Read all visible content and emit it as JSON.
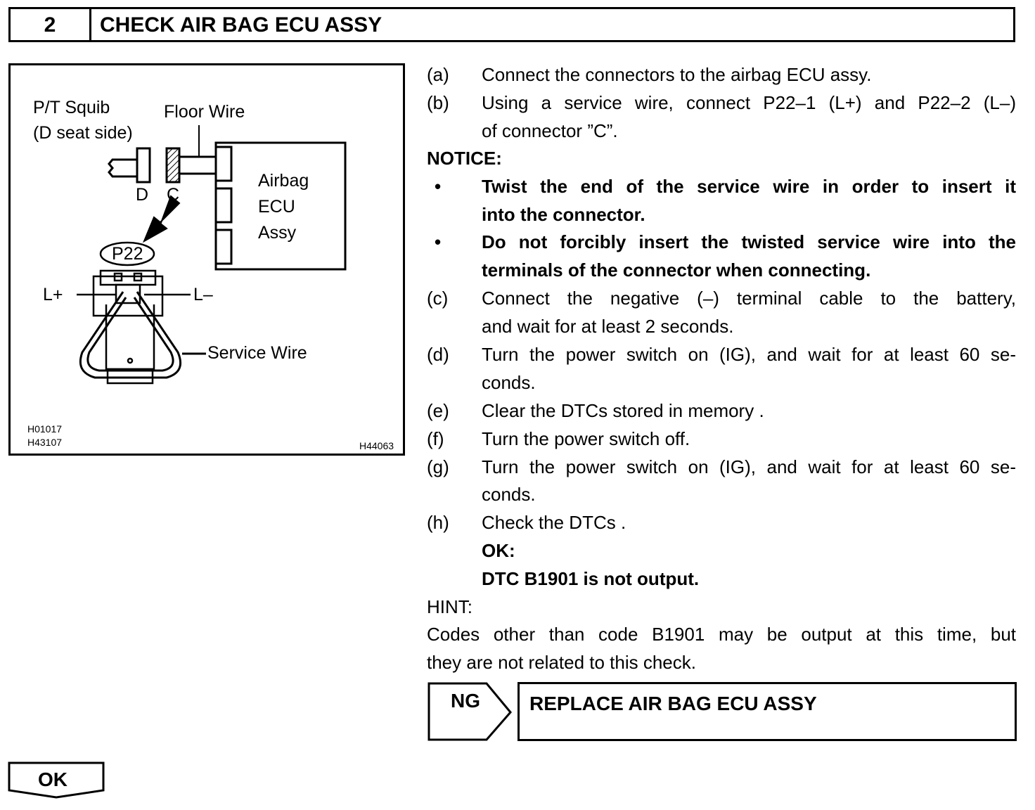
{
  "header": {
    "step_number": "2",
    "title": "CHECK AIR BAG ECU ASSY"
  },
  "figure": {
    "labels": {
      "squib_line1": "P/T Squib",
      "squib_line2": "(D seat side)",
      "floor_wire": "Floor Wire",
      "connector_d": "D",
      "connector_c": "C",
      "ecu_line1": "Airbag",
      "ecu_line2": "ECU",
      "ecu_line3": "Assy",
      "p22": "P22",
      "l_plus": "L+",
      "l_minus": "L–",
      "service_wire": "Service Wire"
    },
    "codes": {
      "code1": "H01017",
      "code2": "H43107",
      "code3": "H44063"
    }
  },
  "steps": {
    "a": {
      "label": "(a)",
      "text": "Connect the connectors to the airbag ECU assy."
    },
    "b": {
      "label": "(b)",
      "text1": "Using a service wire, connect P22–1 (L+) and P22–2 (L–)",
      "text2": "of connector ”C”."
    },
    "notice_label": "NOTICE:",
    "notice1": {
      "bullet": "•",
      "text1": "Twist the end of the service wire in order to insert it",
      "text2": "into the connector."
    },
    "notice2": {
      "bullet": "•",
      "text1": "Do not forcibly insert the twisted service wire into the",
      "text2": "terminals of the connector when connecting."
    },
    "c": {
      "label": "(c)",
      "text1": "Connect the negative (–) terminal cable to the battery,",
      "text2": "and wait for at least 2 seconds."
    },
    "d": {
      "label": "(d)",
      "text1": "Turn the power switch on (IG), and wait for at least 60 se-",
      "text2": "conds."
    },
    "e": {
      "label": "(e)",
      "text": "Clear the DTCs stored in memory ."
    },
    "f": {
      "label": "(f)",
      "text": "Turn the power switch off."
    },
    "g": {
      "label": "(g)",
      "text1": "Turn the power switch on (IG), and wait for at least 60 se-",
      "text2": "conds."
    },
    "h": {
      "label": "(h)",
      "text": "Check the DTCs ."
    },
    "ok_label": "OK:",
    "ok_text": "DTC B1901 is not output.",
    "hint_label": "HINT:",
    "hint_text1": "Codes other than code B1901 may be output at this time, but",
    "hint_text2": "they are not related to this check."
  },
  "ng": {
    "tag": "NG",
    "action": "REPLACE AIR BAG ECU ASSY"
  },
  "ok_tag": "OK"
}
